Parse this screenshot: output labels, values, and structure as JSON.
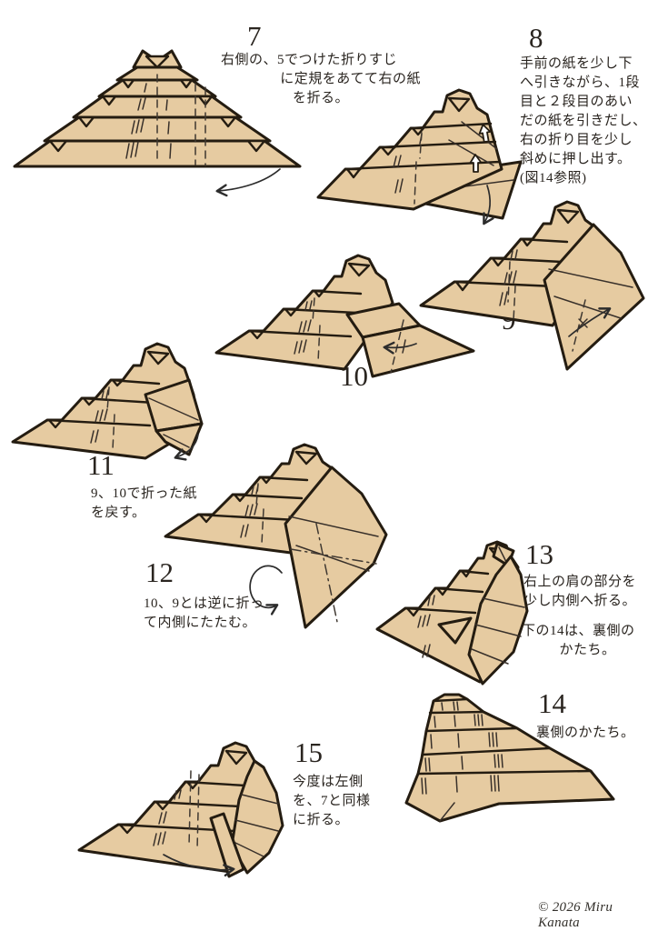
{
  "page": {
    "kind": "origami instruction sheet",
    "colors": {
      "paper": "#e6cba1",
      "outline": "#241c11",
      "text": "#2a2520",
      "background": "#ffffff"
    }
  },
  "steps": [
    {
      "number": "7",
      "lines": [
        "右側の、5でつけた折りすじ",
        "に定規をあてて右の紙",
        "を折る。"
      ]
    },
    {
      "number": "8",
      "lines": [
        "手前の紙を少し下",
        "へ引きながら、1段",
        "目と２段目のあい",
        "だの紙を引きだし、",
        "右の折り目を少し",
        "斜めに押し出す。",
        "(図14参照)"
      ]
    },
    {
      "number": "9",
      "lines": []
    },
    {
      "number": "10",
      "lines": []
    },
    {
      "number": "11",
      "lines": [
        "9、10で折った紙",
        "を戻す。"
      ]
    },
    {
      "number": "12",
      "lines": [
        "10、9とは逆に折っ",
        "て内側にたたむ。"
      ]
    },
    {
      "number": "13",
      "lines": [
        "右上の肩の部分を",
        "少し内側へ折る。"
      ],
      "note": [
        "下の14は、裏側の",
        "かたち。"
      ]
    },
    {
      "number": "14",
      "lines": [
        "裏側のかたち。"
      ]
    },
    {
      "number": "15",
      "lines": [
        "今度は左側",
        "を、7と同様",
        "に折る。"
      ]
    }
  ],
  "footer": {
    "copyright": "© 2026 Miru Kanata"
  }
}
